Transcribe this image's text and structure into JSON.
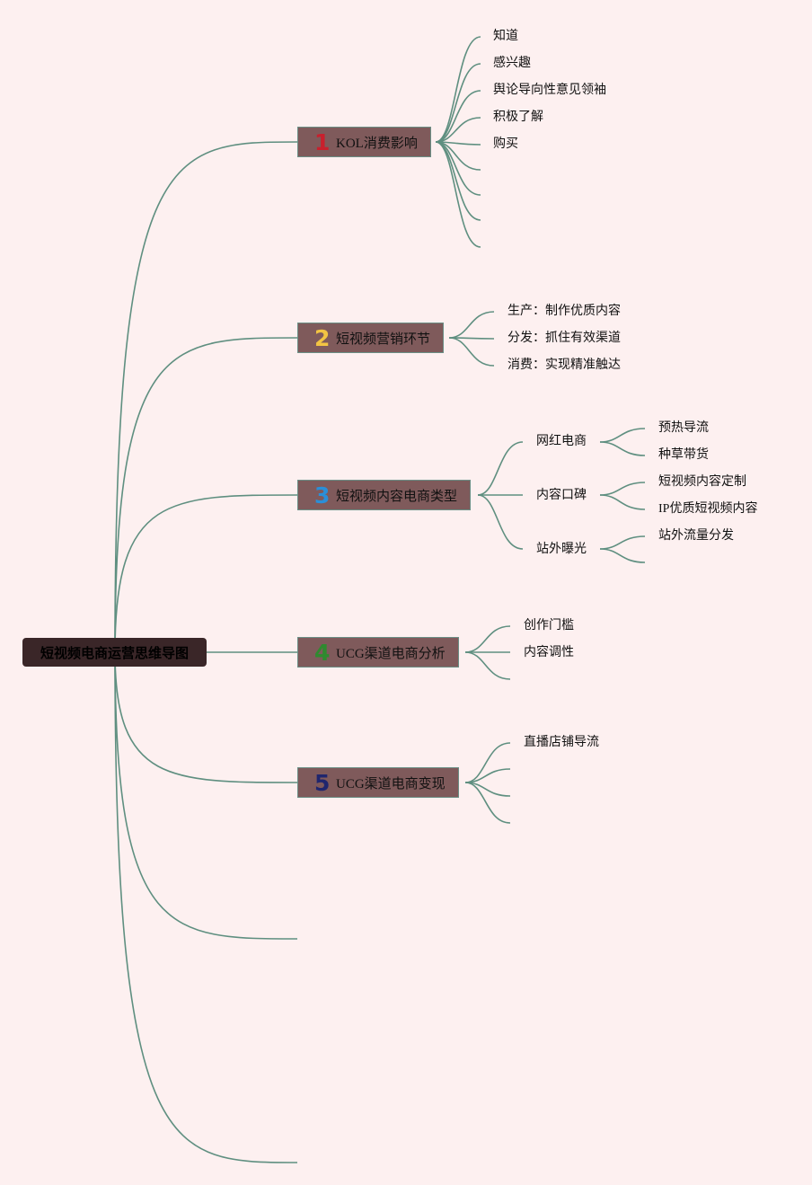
{
  "root": {
    "label": "短视频电商运营思维导图"
  },
  "branches": [
    {
      "number": "1",
      "number_color": "#c8202d",
      "label": "KOL消费影响",
      "children": [
        "知道",
        "感兴趣",
        "舆论导向性意见领袖",
        "积极了解",
        "购买"
      ]
    },
    {
      "number": "2",
      "number_color": "#f2c443",
      "label": "短视频营销环节",
      "children": [
        "生产：制作优质内容",
        "分发：抓住有效渠道",
        "消费：实现精准触达"
      ]
    },
    {
      "number": "3",
      "number_color": "#2a8fd8",
      "label": "短视频内容电商类型",
      "subgroups": [
        {
          "label": "网红电商",
          "children": [
            "预热导流",
            "种草带货"
          ]
        },
        {
          "label": "内容口碑",
          "children": [
            "短视频内容定制",
            "IP优质短视频内容"
          ]
        },
        {
          "label": "站外曝光",
          "children": [
            "站外流量分发"
          ]
        }
      ]
    },
    {
      "number": "4",
      "number_color": "#2f8a2f",
      "label": "UCG渠道电商分析",
      "children": [
        "创作门槛",
        "内容调性"
      ]
    },
    {
      "number": "5",
      "number_color": "#20266e",
      "label": "UCG渠道电商变现",
      "children": [
        "直播店铺导流"
      ]
    }
  ],
  "colors": {
    "line": "#5f8f80",
    "background": "#fdf0f0"
  }
}
